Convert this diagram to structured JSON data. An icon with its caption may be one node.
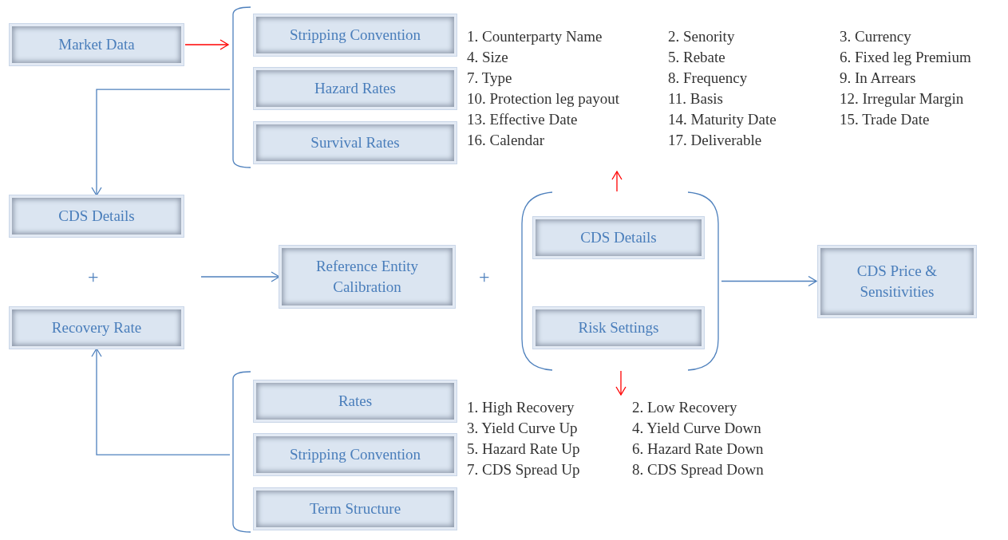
{
  "diagram": {
    "nodes": [
      {
        "text": [
          "Market Data"
        ]
      },
      {
        "text": [],
        "shape": "bracket"
      },
      {
        "text": [
          "Stripping Convention"
        ],
        "in": 1
      },
      {
        "text": [
          "Hazard Rates"
        ],
        "in": 1
      },
      {
        "text": [
          "Survival Rates"
        ],
        "in": 1
      },
      {
        "text": [
          "1. Counterparty Name",
          "2. Senority",
          "3. Currency",
          "4. Size",
          "5.  Rebate",
          "6. Fixed leg Premium",
          "7. Type",
          "8. Frequency",
          "9. In Arrears",
          "10. Protection leg payout",
          "11. Basis",
          "12. Irregular Margin",
          "13. Effective Date",
          "14. Maturity Date",
          "15. Trade Date",
          "16. Calendar",
          "17. Deliverable"
        ]
      },
      {
        "text": [
          "CDS Details"
        ]
      },
      {
        "text": [
          "Reference Entity Calibration"
        ]
      },
      {
        "text": [],
        "shape": "parentheses"
      },
      {
        "text": [
          "CDS Details"
        ],
        "in": 8
      },
      {
        "text": [
          "Risk Settings"
        ],
        "in": 8
      },
      {
        "text": [
          "CDS Price & Sensitivities"
        ]
      },
      {
        "text": [
          "Recovery Rate"
        ]
      },
      {
        "text": [],
        "shape": "bracket"
      },
      {
        "text": [
          "Rates"
        ],
        "in": 13
      },
      {
        "text": [
          "Stripping Convention"
        ],
        "in": 13
      },
      {
        "text": [
          "Term Structure"
        ],
        "in": 13
      },
      {
        "text": [
          "1. High Recovery",
          "2. Low Recovery",
          "3. Yield Curve Up",
          "4. Yield Curve Down",
          "5. Hazard Rate Up",
          "6. Hazard Rate Down",
          "7. CDS Spread Up",
          "8. CDS Spread Down"
        ]
      }
    ],
    "edges": [
      {
        "from": 0,
        "to": 1,
        "arrow": "to",
        "color": "#ff0000"
      },
      {
        "from": 1,
        "to": 6,
        "arrow": "to"
      },
      {
        "from": null,
        "to": 7,
        "arrow": "to"
      },
      {
        "from": 8,
        "to": 5,
        "arrow": "to",
        "color": "#ff0000"
      },
      {
        "from": 8,
        "to": 11,
        "arrow": "to"
      },
      {
        "from": 8,
        "to": 17,
        "arrow": "to",
        "color": "#ff0000"
      },
      {
        "from": 13,
        "to": 12,
        "arrow": "to"
      }
    ],
    "labels": [
      "+",
      "+"
    ]
  }
}
